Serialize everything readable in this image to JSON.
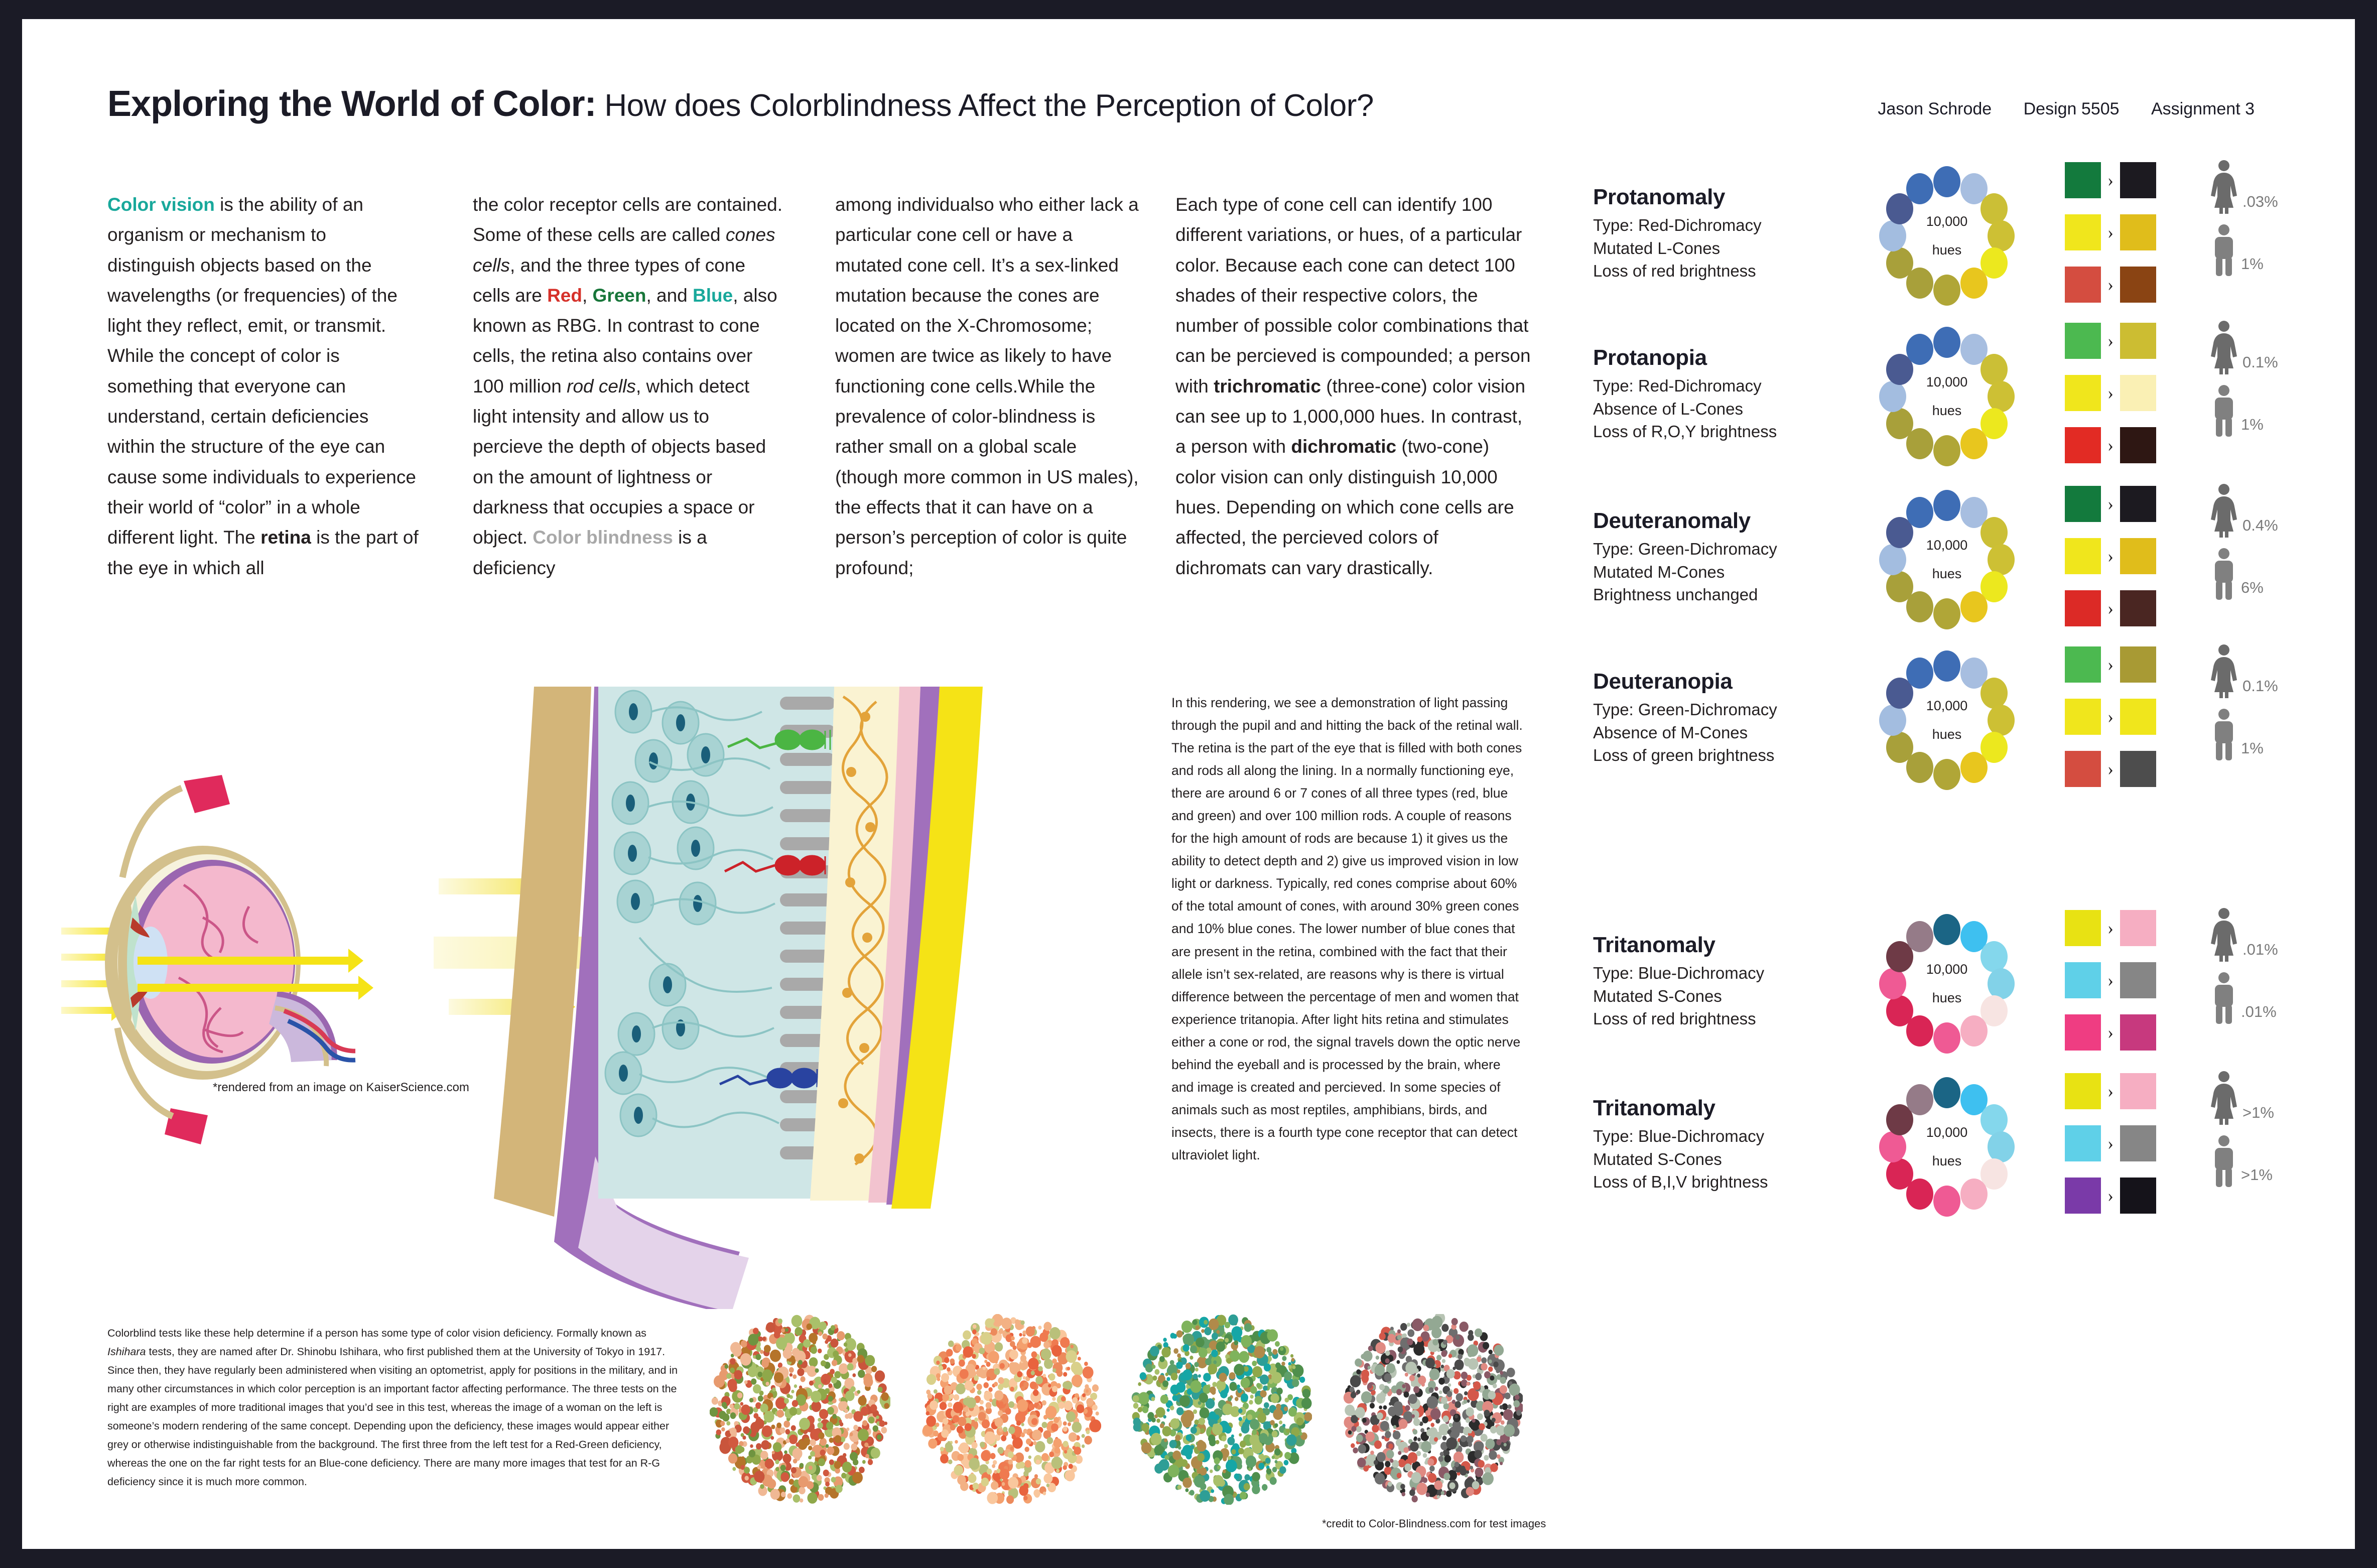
{
  "header": {
    "title_main": "Exploring the World of Color:",
    "title_sub": " How does Colorblindness Affect the Perception of Color?",
    "author": "Jason Schrode",
    "course": "Design 5505",
    "assignment": "Assignment 3"
  },
  "intro": {
    "col1": {
      "kw": "Color vision",
      "t1": " is the ability of an organism or mechanism to distinguish objects based on the wavelengths (or frequencies) of the light they reflect, emit, or transmit. While the concept of color is something that everyone can understand, certain deficiencies within the structure of the eye can cause some individuals to experience their world of “color” in a whole different light. The ",
      "kw2": "retina",
      "t2": " is the part of the eye in which all"
    },
    "col2": {
      "t1": "the color receptor cells are contained. Some of these cells are called ",
      "ital1": "cones cells",
      "t2": ", and the three types of cone cells are ",
      "red": "Red",
      "t3": ", ",
      "green": "Green",
      "t4": ", and ",
      "blue": "Blue",
      "t5": ", also known as RBG. In contrast to cone cells, the retina also contains over 100 million ",
      "ital2": "rod cells",
      "t6": ", which detect light intensity and allow us to percieve the depth of objects based on the amount of lightness or darkness that occupies a space or object. ",
      "grey": "Color blindness",
      "t7": " is a deficiency"
    },
    "col3": {
      "t1": "among individualso who either lack a particular cone cell or have a mutated cone cell. It’s a sex-linked mutation because the cones are located on the X-Chromosome; women are twice as likely to have functioning cone cells.While the prevalence of color-blindness is rather small on a global scale (though more common in US males), the effects that it can have on a person’s perception of color is quite profound;"
    },
    "col4": {
      "t1": "Each type of cone cell can identify 100 different variations, or hues, of a particular color. Because each cone can detect 100 shades of their respective colors, the number of possible color combinations that can be percieved is compounded; a person with ",
      "bold1": "trichromatic",
      "t2": " (three-cone) color vision can see up to 1,000,000 hues. In contrast, a person with ",
      "bold2": "dichromatic",
      "t3": " (two-cone) color vision can only distinguish 10,000 hues. Depending on which cone cells are affected, the percieved colors of dichromats can vary drastically."
    }
  },
  "eye_figure": {
    "credit": "*rendered from an image on KaiserScience.com"
  },
  "mid_text": {
    "body": "In this rendering, we see a demonstration of light passing through the pupil and and hitting the back of the retinal wall. The retina is the part of the eye that is filled with both cones and rods all along the lining. In a normally functioning eye, there are around 6 or 7 cones of all three types (red, blue and green) and over 100 million rods. A couple of reasons for the high amount of rods are because 1) it gives us the ability to detect depth and 2) give us improved vision in low light or darkness. Typically, red cones comprise about 60% of the total amount of cones, with around 30% green cones and 10% blue cones. The lower number of blue cones that are present in the retina, combined with the fact that their allele isn’t sex-related, are reasons why is there is virtual difference between the percentage of men and women that experience tritanopia. After light hits retina and stimulates either a cone or rod, the signal travels down the optic nerve behind the eyeball and is processed by the brain, where and image is created and percieved. In some species of animals such as most reptiles, amphibians, birds, and insects, there is a fourth type cone receptor that can detect ultraviolet light."
  },
  "bottom_caption": {
    "t1": "Colorblind tests like these help determine if a person has some type of color vision deficiency. Formally known as ",
    "ital": "Ishihara",
    "t2": " tests, they are named after Dr. Shinobu Ishihara, who first published them at the University of Tokyo in 1917. Since then, they have regularly been administered when visiting an optometrist, apply for positions in the military, and in many other circumstances in which color perception is an important factor affecting performance. The three tests on the right are examples of more traditional images that you’d see in this test, whereas the image of a woman on the left is someone’s modern rendering of the same concept. Depending upon the deficiency, these images would appear either grey or otherwise indistinguishable from the background. The first three from the left test for a Red-Green deficiency, whereas the one on the far right tests for an Blue-cone deficiency. There are many more images that test for an R-G deficiency since it is much more common."
  },
  "ishihara": {
    "credit": "*credit to Color-Blindness.com for test images",
    "plates": [
      {
        "name": "plate-red-green-1",
        "palette": [
          "#8fa84a",
          "#6f9440",
          "#b5742a",
          "#d1593f",
          "#e79a6e",
          "#f0b894",
          "#c9553c",
          "#a9c06a"
        ]
      },
      {
        "name": "plate-red-green-2",
        "palette": [
          "#ef7a50",
          "#f4a06e",
          "#f9c79d",
          "#e8633e",
          "#d9d08a",
          "#b9c07a",
          "#f3b184",
          "#ec8a5c"
        ]
      },
      {
        "name": "plate-red-green-3",
        "palette": [
          "#8fa84a",
          "#4f8f4c",
          "#16a6a6",
          "#7fb35c",
          "#b08a4a",
          "#5fa06a",
          "#a9c06a",
          "#2e9e96"
        ]
      },
      {
        "name": "plate-blue-cone",
        "palette": [
          "#4a4a4a",
          "#6e6e6e",
          "#93a893",
          "#2c2c2c",
          "#d4584a",
          "#e08a82",
          "#8a5a66",
          "#b8c4b4"
        ]
      }
    ]
  },
  "panel": {
    "hues_label_top": "10,000",
    "hues_label_bottom": "hues",
    "chevron": "›",
    "entries": [
      {
        "name": "Protanomaly",
        "type": "Type: Red-Dichromacy",
        "cones": "Mutated L-Cones",
        "brightness": "Loss of red brightness",
        "wheel": [
          "#3e6db5",
          "#a7bee0",
          "#cbbf36",
          "#cdc034",
          "#ece81e",
          "#e8c61e",
          "#b0a637",
          "#a8a03a",
          "#a8a03a",
          "#a3bde0",
          "#4a5a91",
          "#3e6db5"
        ],
        "pairs": [
          {
            "from": "#137a3d",
            "to": "#1c1a20"
          },
          {
            "from": "#f0e61c",
            "to": "#e0bd1b"
          },
          {
            "from": "#d44d40",
            "to": "#8a4413"
          }
        ],
        "female_pct": ".03%",
        "male_pct": "1%"
      },
      {
        "name": "Protanopia",
        "type": "Type: Red-Dichromacy",
        "cones": "Absence of L-Cones",
        "brightness": "Loss of R,O,Y brightness",
        "wheel": [
          "#3e6db5",
          "#a7bee0",
          "#cbbf36",
          "#cdc034",
          "#ece81e",
          "#e8c61e",
          "#b0a637",
          "#a8a03a",
          "#a8a03a",
          "#a3bde0",
          "#4a5a91",
          "#3e6db5"
        ],
        "pairs": [
          {
            "from": "#4cb950",
            "to": "#ccbd32"
          },
          {
            "from": "#f0e61c",
            "to": "#faf0b4"
          },
          {
            "from": "#e22b24",
            "to": "#2e1713"
          }
        ],
        "female_pct": "0.1%",
        "male_pct": "1%"
      },
      {
        "name": "Deuteranomaly",
        "type": "Type: Green-Dichromacy",
        "cones": "Mutated M-Cones",
        "brightness": "Brightness unchanged",
        "wheel": [
          "#3e6db5",
          "#a7bee0",
          "#cbbf36",
          "#cdc034",
          "#ece81e",
          "#e8c61e",
          "#b0a637",
          "#a8a03a",
          "#a8a03a",
          "#a3bde0",
          "#4a5a91",
          "#3e6db5"
        ],
        "pairs": [
          {
            "from": "#137a3d",
            "to": "#1c1a20"
          },
          {
            "from": "#f0e61c",
            "to": "#e0bd1b"
          },
          {
            "from": "#dc2a26",
            "to": "#4a2622"
          }
        ],
        "female_pct": "0.4%",
        "male_pct": "6%"
      },
      {
        "name": "Deuteranopia",
        "type": "Type: Green-Dichromacy",
        "cones": "Absence of M-Cones",
        "brightness": "Loss of green brightness",
        "wheel": [
          "#3e6db5",
          "#a7bee0",
          "#cbbf36",
          "#cdc034",
          "#ece81e",
          "#e8c61e",
          "#b0a637",
          "#a8a03a",
          "#a8a03a",
          "#a3bde0",
          "#4a5a91",
          "#3e6db5"
        ],
        "pairs": [
          {
            "from": "#4cb950",
            "to": "#a89a34"
          },
          {
            "from": "#f0e61c",
            "to": "#f0e61c"
          },
          {
            "from": "#d44d40",
            "to": "#4d4d4d"
          }
        ],
        "female_pct": "0.1%",
        "male_pct": "1%"
      },
      {
        "name": "Tritanomaly",
        "type": "Type: Blue-Dichromacy",
        "cones": "Mutated S-Cones",
        "brightness": "Loss of red brightness",
        "wheel": [
          "#1b6585",
          "#3ec0f0",
          "#84d7ec",
          "#82d2e8",
          "#f7e4e2",
          "#f6aec2",
          "#ef5a94",
          "#d92555",
          "#d92555",
          "#ef5a94",
          "#6e3a46",
          "#957b88"
        ],
        "pairs": [
          {
            "from": "#e8e213",
            "to": "#f6aec2"
          },
          {
            "from": "#5fd0e8",
            "to": "#868686"
          },
          {
            "from": "#ef3d82",
            "to": "#c7397e"
          }
        ],
        "female_pct": ".01%",
        "male_pct": ".01%"
      },
      {
        "name": "Tritanomaly",
        "type": "Type: Blue-Dichromacy",
        "cones": "Mutated S-Cones",
        "brightness": "Loss of B,I,V brightness",
        "wheel": [
          "#1b6585",
          "#3ec0f0",
          "#84d7ec",
          "#82d2e8",
          "#f7e4e2",
          "#f6aec2",
          "#ef5a94",
          "#d92555",
          "#d92555",
          "#ef5a94",
          "#6e3a46",
          "#957b88"
        ],
        "pairs": [
          {
            "from": "#e8e213",
            "to": "#f6aec2"
          },
          {
            "from": "#5fd0e8",
            "to": "#868686"
          },
          {
            "from": "#7a3aa8",
            "to": "#15131a"
          }
        ],
        "female_pct": ">1%",
        "male_pct": ">1%"
      }
    ]
  }
}
